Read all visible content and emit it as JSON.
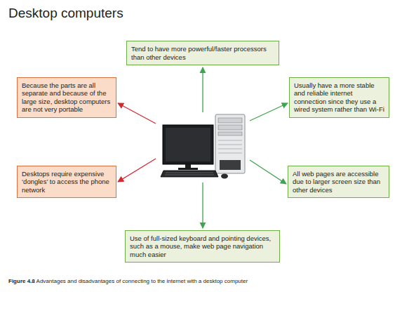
{
  "diagram": {
    "title": "Desktop computers",
    "caption": "Figure 4.8 Advantages and disadvantages of connecting to the internet with a desktop computer",
    "nodes": [
      {
        "text": [
          "Tend to have more powerful/faster processors than other devices"
        ]
      },
      {
        "text": [
          "Because the parts are all separate and because of the large size, desktop computers are not very portable"
        ]
      },
      {
        "text": [
          "Usually have a more stable and reliable internet connection since they use a wired system rather than Wi-Fi"
        ]
      },
      {
        "text": [
          "Desktops require expensive ‘dongles’ to access the phone network"
        ]
      },
      {
        "text": [
          "All web pages are accessible due to larger screen size than other devices"
        ]
      },
      {
        "text": [
          "Use of full-sized keyboard and pointing devices, such as a mouse, make web page navigation much easier"
        ]
      }
    ]
  }
}
